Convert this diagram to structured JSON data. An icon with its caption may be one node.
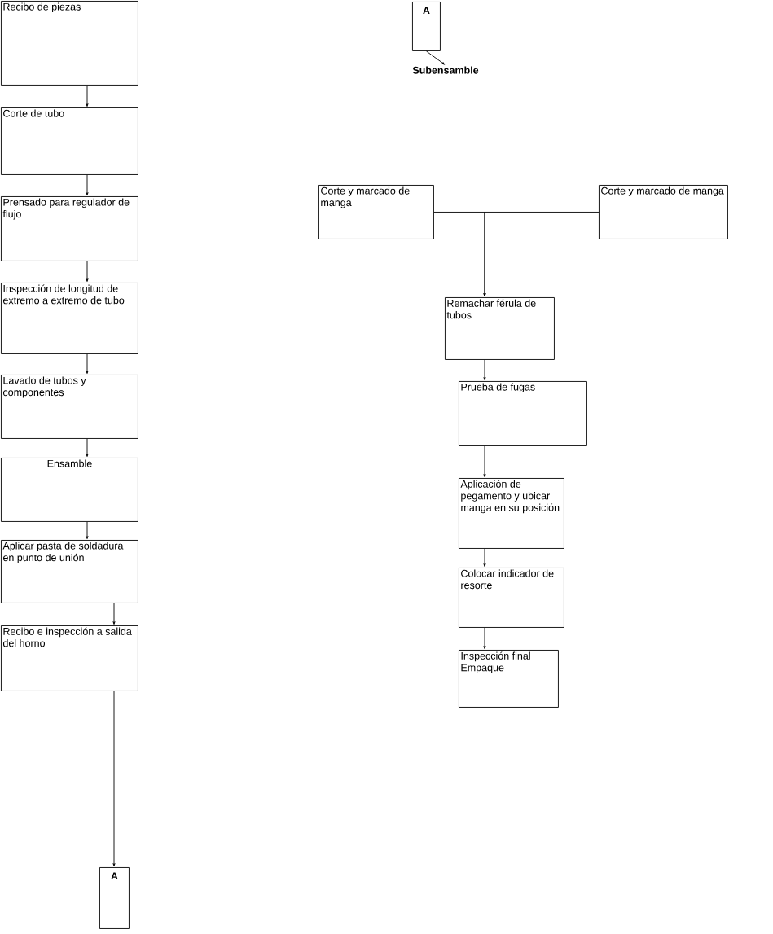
{
  "diagram": {
    "nodes": [
      {
        "text": [
          "Recibo de piezas"
        ]
      },
      {
        "text": [
          "Corte de tubo"
        ]
      },
      {
        "text": [
          "Prensado para regulador de flujo"
        ]
      },
      {
        "text": [
          "Inspección de longitud de extremo a extremo de tubo"
        ]
      },
      {
        "text": [
          "Lavado de tubos y componentes"
        ]
      },
      {
        "text": [
          "Ensamble"
        ]
      },
      {
        "text": [
          "Aplicar pasta de soldadura en punto de unión"
        ]
      },
      {
        "text": [
          "Recibo e inspección a salida del horno"
        ]
      },
      {
        "text": [
          "A"
        ]
      },
      {
        "text": [
          "A"
        ]
      },
      {
        "text": [
          "Subensamble"
        ]
      },
      {
        "text": [
          "Corte y marcado de manga"
        ]
      },
      {
        "text": [
          "Corte y marcado de manga"
        ]
      },
      {
        "text": [
          "Remachar férula de tubos"
        ]
      },
      {
        "text": [
          "Prueba de fugas"
        ]
      },
      {
        "text": [
          "Aplicación de pegamento y ubicar manga en su posición"
        ]
      },
      {
        "text": [
          "Colocar indicador de resorte"
        ]
      },
      {
        "text": [
          "Inspección final",
          "Empaque"
        ]
      }
    ],
    "edges": [
      {
        "from": 0,
        "to": 1,
        "arrow": "to"
      },
      {
        "from": 1,
        "to": 2,
        "arrow": "to"
      },
      {
        "from": 2,
        "to": 3,
        "arrow": "to"
      },
      {
        "from": 3,
        "to": 4,
        "arrow": "to"
      },
      {
        "from": 4,
        "to": 5,
        "arrow": "to"
      },
      {
        "from": 5,
        "to": 6,
        "arrow": "to"
      },
      {
        "from": 6,
        "to": 7,
        "arrow": "to"
      },
      {
        "from": 7,
        "to": 8,
        "arrow": "to"
      },
      {
        "from": 9,
        "to": 10,
        "arrow": "to"
      },
      {
        "from": 11,
        "to": 13,
        "arrow": "to"
      },
      {
        "from": 12,
        "to": 13,
        "arrow": "to"
      },
      {
        "from": 13,
        "to": 14,
        "arrow": "to"
      },
      {
        "from": 14,
        "to": 15,
        "arrow": "to"
      },
      {
        "from": 15,
        "to": 16,
        "arrow": "to"
      },
      {
        "from": 16,
        "to": 17,
        "arrow": "to"
      }
    ]
  }
}
